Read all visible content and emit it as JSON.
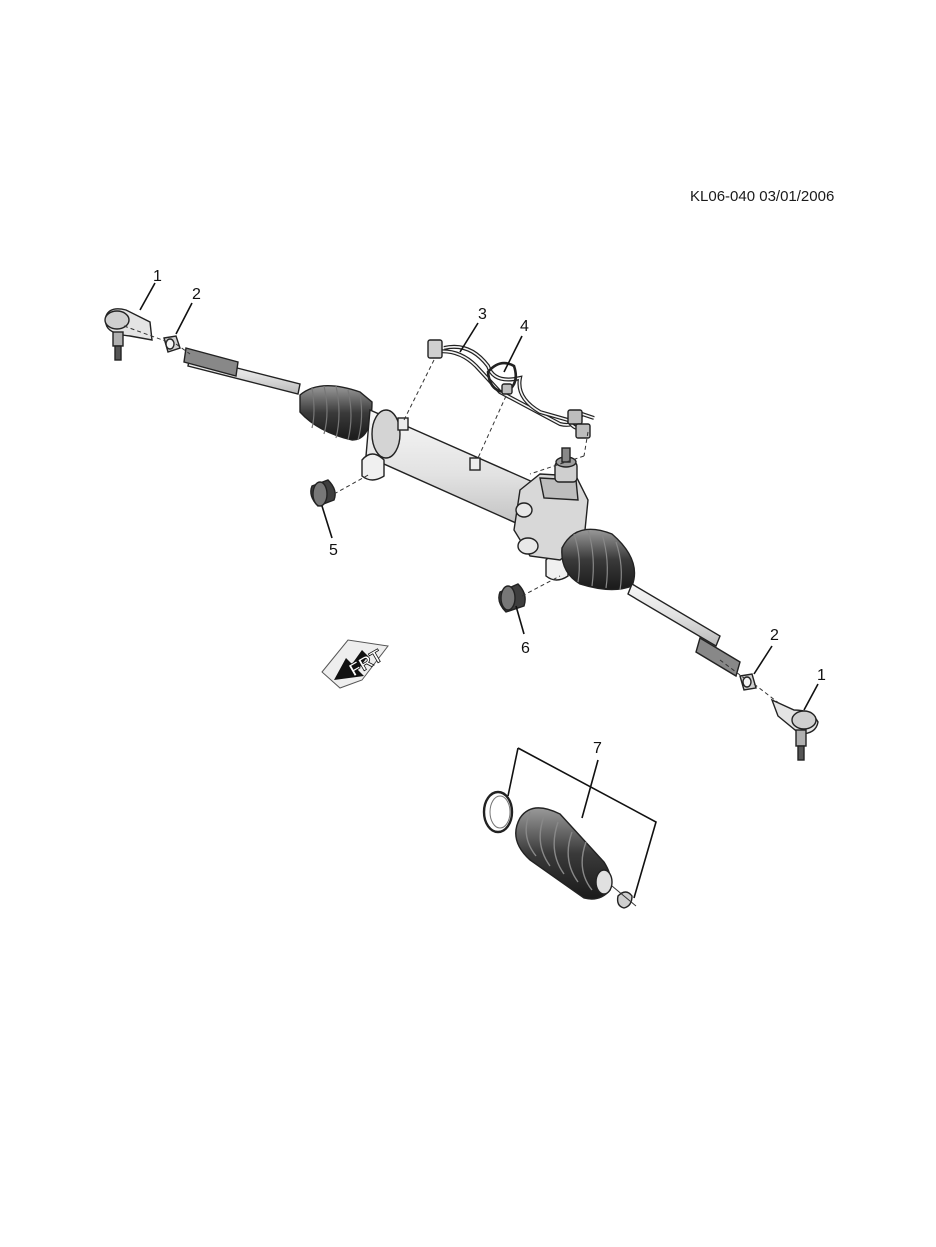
{
  "header": {
    "doc_id": "KL06-040  03/01/2006"
  },
  "callouts": {
    "c1_left": "1",
    "c2_left": "2",
    "c3": "3",
    "c4": "4",
    "c5": "5",
    "c6": "6",
    "c2_right": "2",
    "c1_right": "1",
    "c7": "7"
  },
  "front_indicator": {
    "label": "FRT"
  },
  "colors": {
    "line": "#222222",
    "shade_light": "#e6e6e6",
    "shade_mid": "#b5b5b5",
    "shade_dark": "#3a3a3a"
  }
}
